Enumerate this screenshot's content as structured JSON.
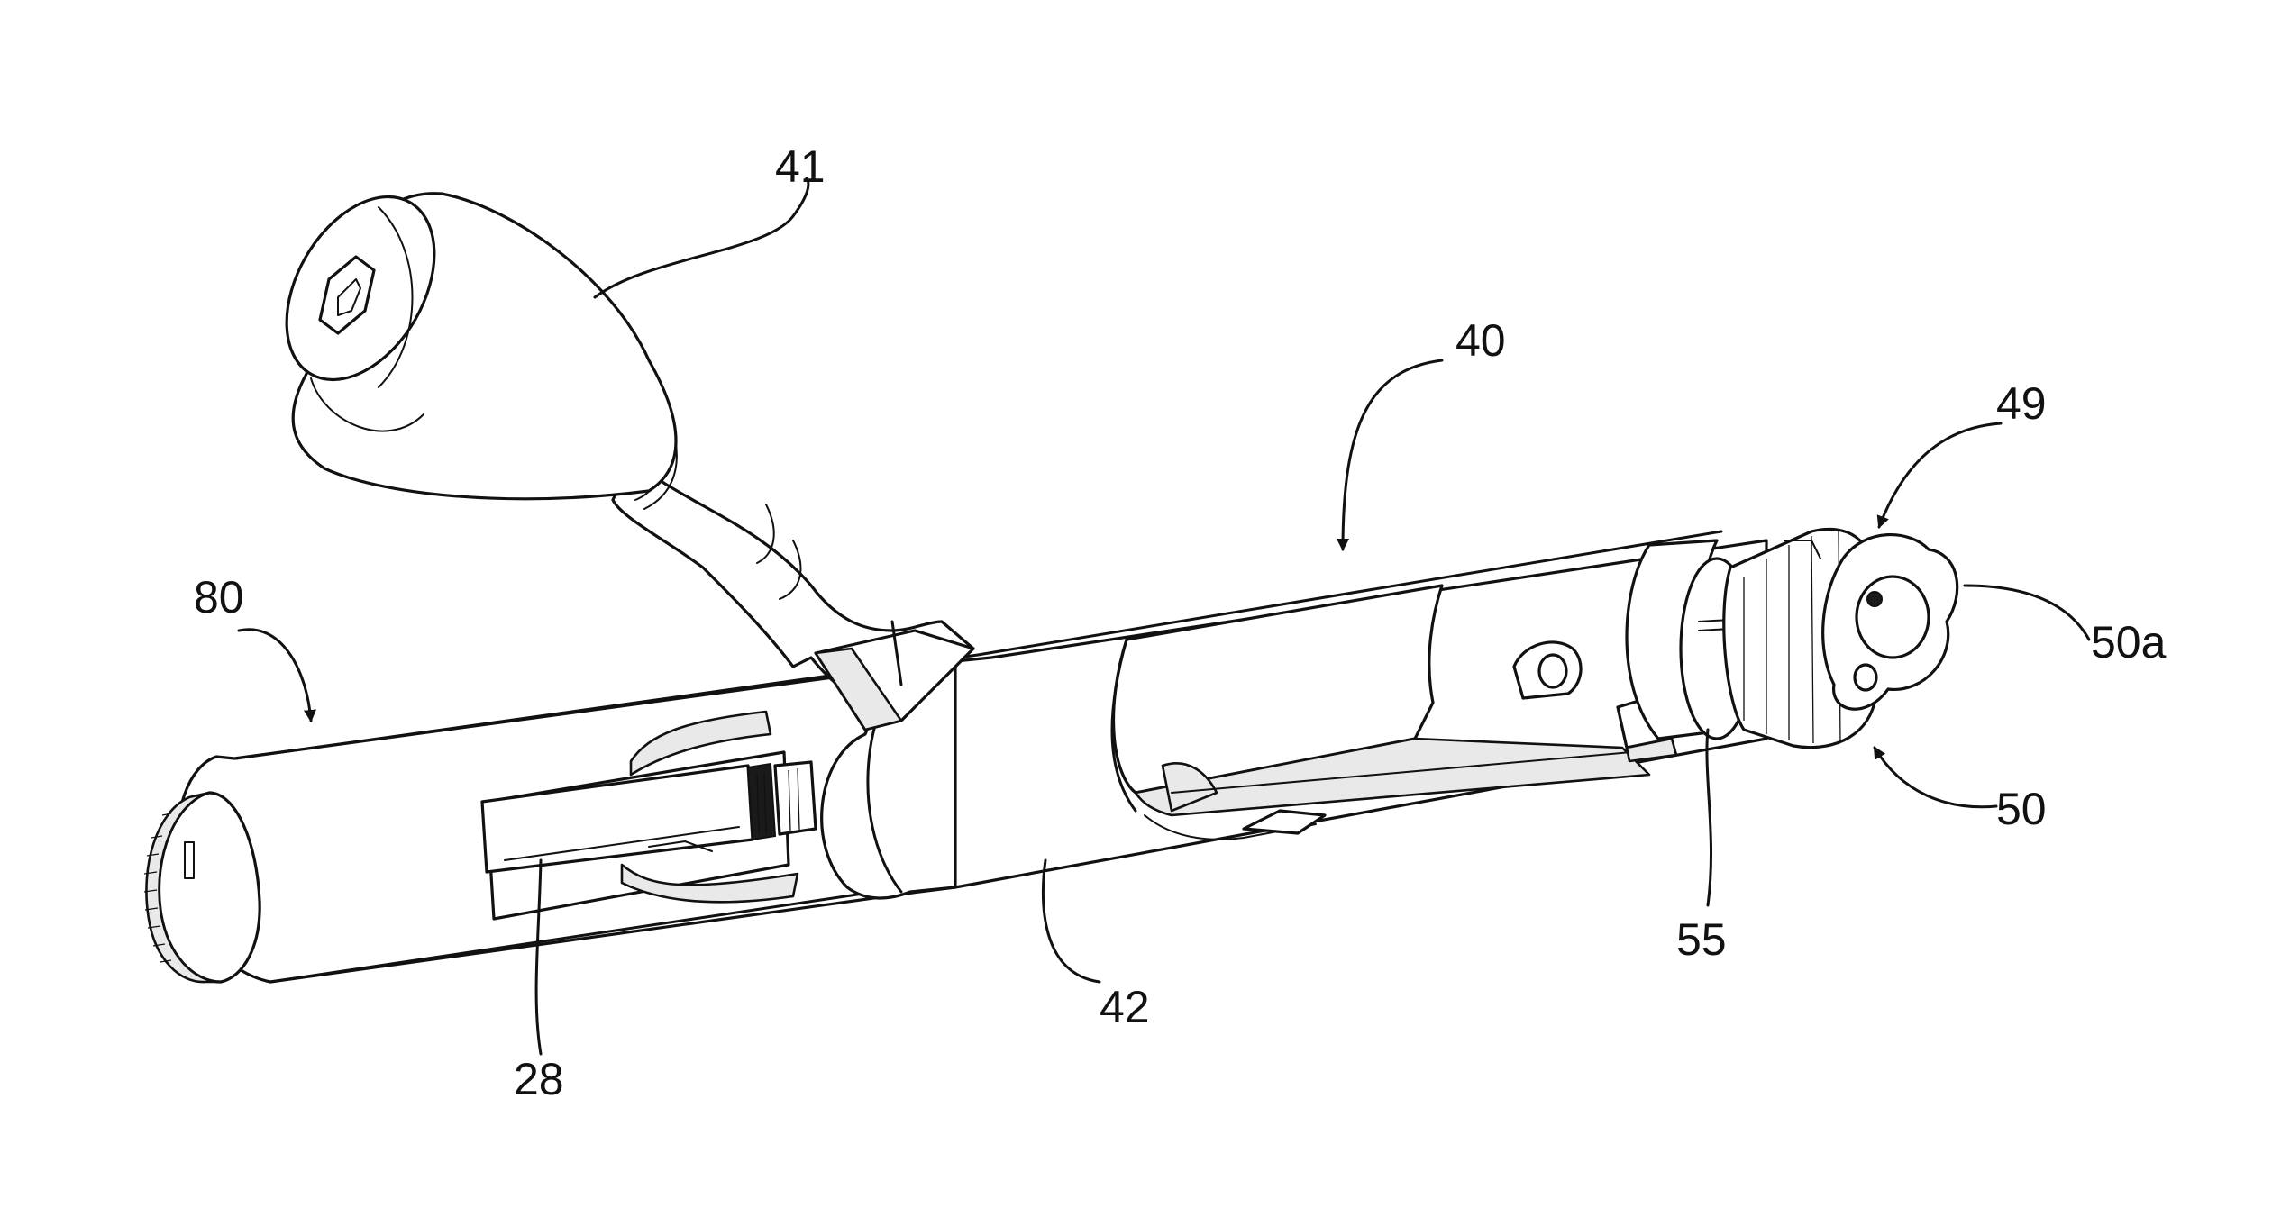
{
  "figure": {
    "labels": [
      {
        "id": "41",
        "text": "41"
      },
      {
        "id": "40",
        "text": "40"
      },
      {
        "id": "49",
        "text": "49"
      },
      {
        "id": "80",
        "text": "80"
      },
      {
        "id": "50a",
        "text": "50a"
      },
      {
        "id": "50",
        "text": "50"
      },
      {
        "id": "55",
        "text": "55"
      },
      {
        "id": "42",
        "text": "42"
      },
      {
        "id": "28",
        "text": "28"
      }
    ]
  }
}
